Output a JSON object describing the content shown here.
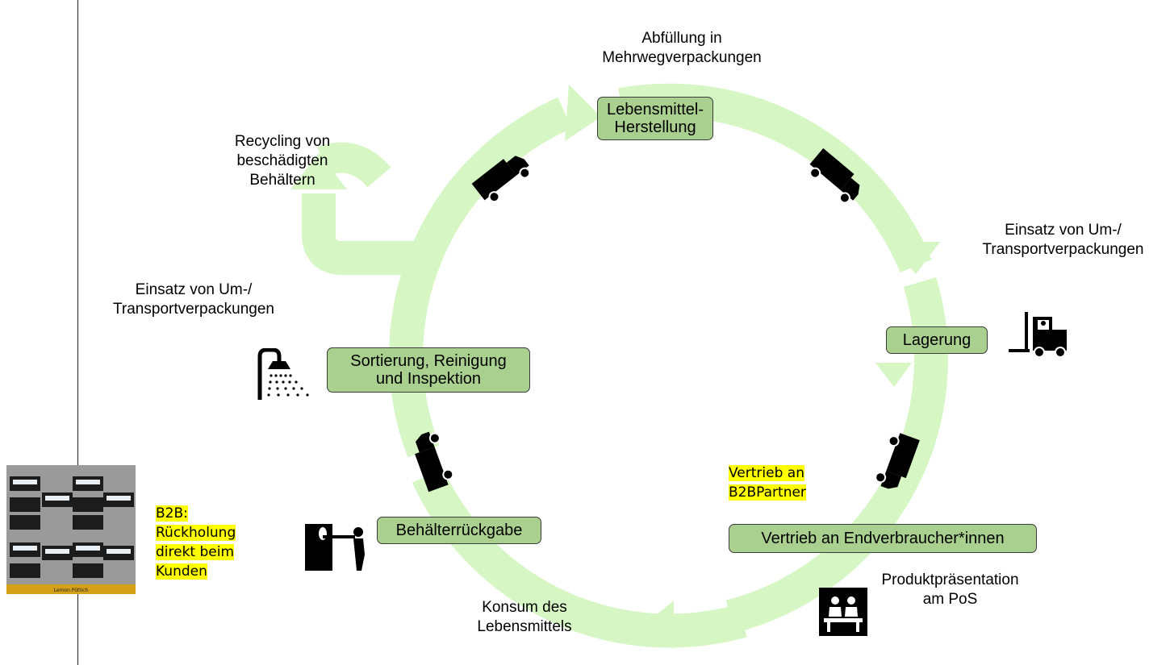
{
  "labels": {
    "abfuellung": "Abfüllung in\nMehrwegverpackungen",
    "recycling": "Recycling von\nbeschädigten\nBehältern",
    "einsatz_right": "Einsatz von Um-/\nTransportverpackungen",
    "einsatz_left": "Einsatz von Um-/\nTransportverpackungen",
    "produktpraesentation": "Produktpräsentation\nam PoS",
    "konsum": "Konsum des\nLebensmittels"
  },
  "boxes": {
    "herstellung": "Lebensmittel-\nHerstellung",
    "lagerung": "Lagerung",
    "endverbraucher": "Vertrieb an Endverbraucher*innen",
    "rueckgabe": "Behälterrückgabe",
    "sortierung": "Sortierung, Reinigung\nund Inspektion"
  },
  "highlights": {
    "b2b_partner": [
      "Vertrieb an",
      "B2BPartner"
    ],
    "b2b_rueckholung": [
      "B2B:",
      "Rückholung",
      "direkt beim",
      "Kunden"
    ]
  },
  "image": {
    "caption": "Lemon Pöttich"
  },
  "colors": {
    "cycle_arrow": "#d6f7c4",
    "box_fill": "#a9d08e",
    "highlight": "#ffff00"
  },
  "icons": [
    "truck-icon",
    "forklift-icon",
    "shower-icon",
    "return-machine-icon",
    "counter-icon"
  ]
}
